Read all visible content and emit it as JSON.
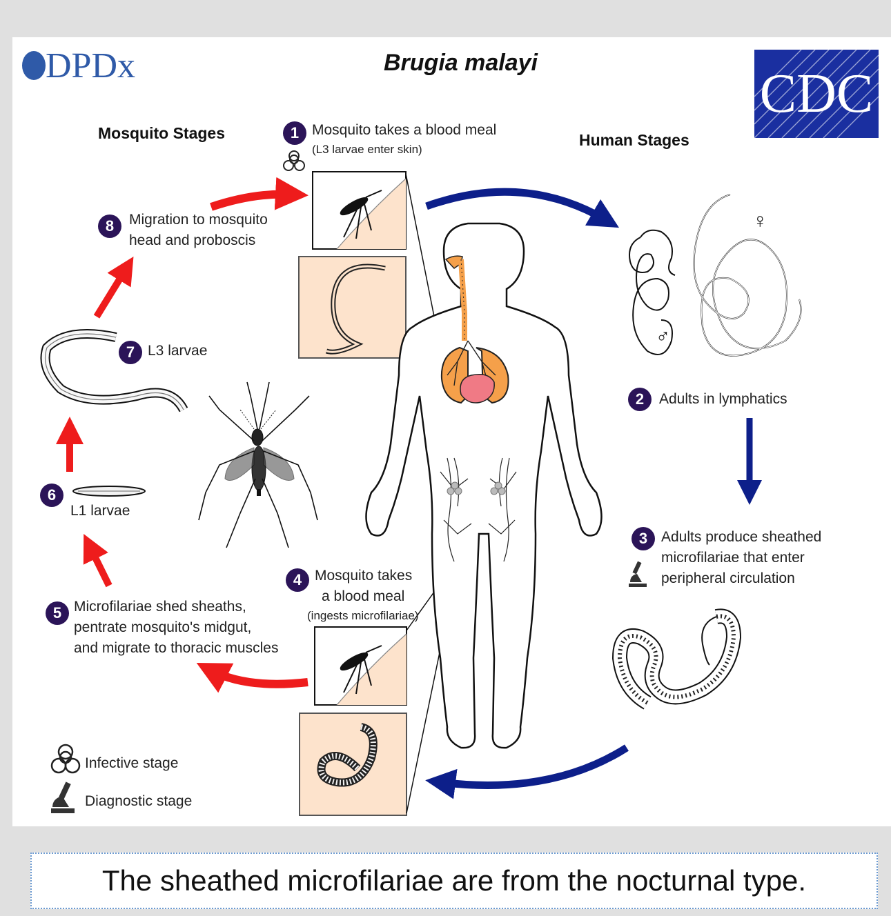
{
  "header": {
    "dpdx_logo": "DPDx",
    "title": "Brugia malayi",
    "cdc_logo": "CDC"
  },
  "sections": {
    "mosquito": "Mosquito Stages",
    "human": "Human Stages"
  },
  "steps": [
    {
      "number": "1",
      "label": "Mosquito takes a blood meal",
      "sub": "(L3 larvae enter skin)"
    },
    {
      "number": "2",
      "label": "Adults in lymphatics"
    },
    {
      "number": "3",
      "line1": "Adults produce sheathed",
      "line2": "microfilariae that enter",
      "line3": "peripheral circulation"
    },
    {
      "number": "4",
      "line1": "Mosquito takes",
      "line2": "a blood meal",
      "sub": "(ingests microfilariae)"
    },
    {
      "number": "5",
      "line1": "Microfilariae shed sheaths,",
      "line2": "pentrate mosquito's midgut,",
      "line3": "and migrate to thoracic muscles"
    },
    {
      "number": "6",
      "label": "L1 larvae"
    },
    {
      "number": "7",
      "label": "L3 larvae"
    },
    {
      "number": "8",
      "line1": "Migration to mosquito",
      "line2": "head and proboscis"
    }
  ],
  "sex_symbols": {
    "female": "♀",
    "male": "♂"
  },
  "legend": {
    "infective": "Infective stage",
    "diagnostic": "Diagnostic stage"
  },
  "icons": [
    "dpdx-logo-icon",
    "biohazard-icon",
    "microscope-icon"
  ],
  "colors": {
    "step_badge": "#2b1458",
    "human_arrow": "#0d1f8a",
    "mosquito_arrow": "#ee1c1c",
    "organs": "#f5a04a",
    "heart": "#f07a85",
    "inset_bg": "#fde3cc",
    "cdc_blue": "#1a2fa0"
  },
  "caption": "The sheathed microfilariae are from the nocturnal type."
}
